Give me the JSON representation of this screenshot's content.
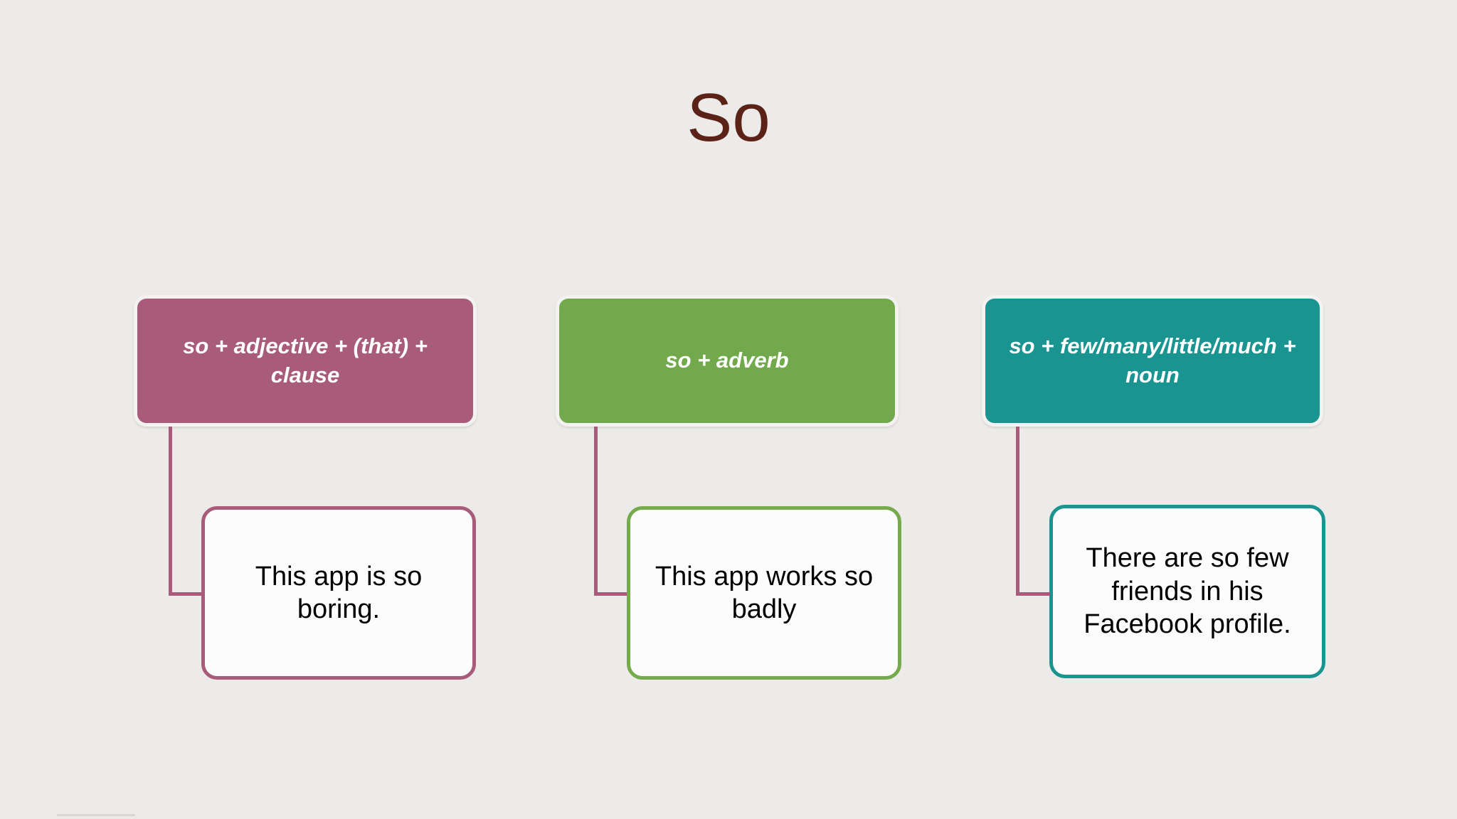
{
  "slide": {
    "title": "So",
    "background_color": "#ECEBE9",
    "title_color": "#5B2318"
  },
  "columns": [
    {
      "id": "col-1",
      "accent_color": "#A85C79",
      "connector_color": "#A85C79",
      "category": {
        "text": "so + adjective + (that) + clause",
        "line1": "so + adjective + (that)",
        "line2": "+ clause"
      },
      "example": {
        "text": "This app is so boring.",
        "line1": "This app is so",
        "line2": "boring."
      }
    },
    {
      "id": "col-2",
      "accent_color": "#71A94C",
      "connector_color": "#A85C79",
      "category": {
        "text": "so + adverb",
        "line1": "so + adverb",
        "line2": ""
      },
      "example": {
        "text": "This app works so badly",
        "line1": "This app works",
        "line2": "so badly"
      }
    },
    {
      "id": "col-3",
      "accent_color": "#1A9490",
      "connector_color": "#A85C79",
      "category": {
        "text": "so + few/many/little/much + noun",
        "line1": "so +",
        "line2": "few/many/little/much",
        "line3": "+ noun"
      },
      "example": {
        "text": "There are so few friends in his Facebook profile.",
        "line1": "There are so",
        "line2": "few friends in",
        "line3": "his Facebook",
        "line4": "profile."
      }
    }
  ]
}
